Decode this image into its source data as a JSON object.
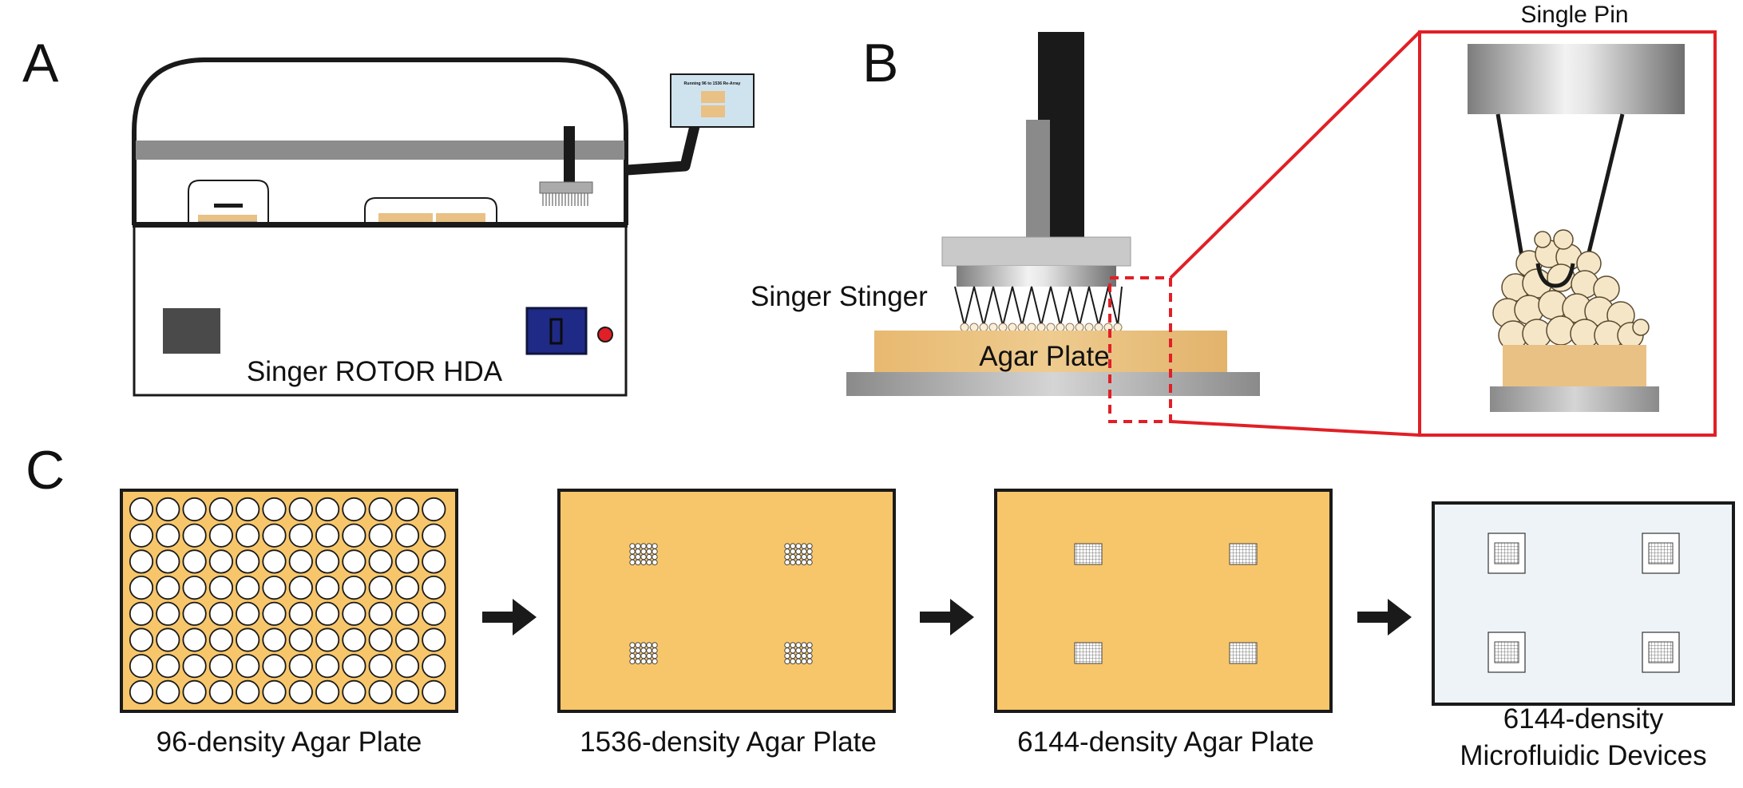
{
  "panels": {
    "a": {
      "letter": "A",
      "device_label": "Singer ROTOR HDA",
      "screen_text": "Running 96 to 1536 Re-Array"
    },
    "b": {
      "letter": "B",
      "stinger_label": "Singer Stinger",
      "plate_label": "Agar Plate",
      "inset_title": "Single Pin"
    },
    "c": {
      "letter": "C",
      "plates": [
        {
          "label": "96-density Agar Plate"
        },
        {
          "label": "1536-density Agar Plate"
        },
        {
          "label": "6144-density Agar Plate"
        },
        {
          "label_line1": "6144-density",
          "label_line2": "Microfluidic Devices"
        }
      ]
    }
  },
  "colors": {
    "agar": "#f7c66a",
    "agar_light": "#e9c184",
    "device": "#eef3f7",
    "red": "#e11f26",
    "navy": "#1f2a86",
    "dark": "#1a1a1a"
  }
}
